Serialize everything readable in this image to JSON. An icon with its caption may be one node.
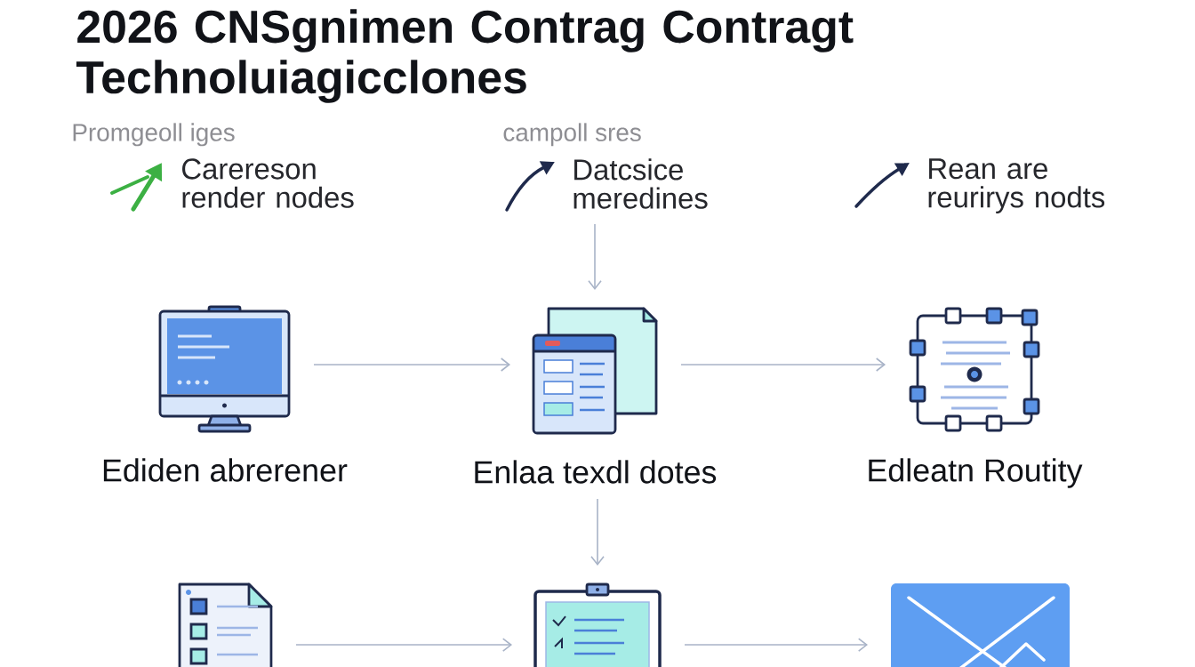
{
  "diagram": {
    "title": "2026 CNSgnimen Contrag Contragt Technoluiagicclones",
    "nodes": [
      {
        "text": [
          "Datcsice meredines"
        ]
      },
      {
        "text": [],
        "shape": "picture",
        "beside": [
          "Ediden abrerener"
        ]
      },
      {
        "text": [],
        "shape": "picture",
        "beside": [
          "Enlaa texdl dotes"
        ]
      },
      {
        "text": [],
        "shape": "picture",
        "beside": [
          "Edleatn Routity"
        ]
      },
      {
        "text": [],
        "shape": "picture"
      },
      {
        "text": [],
        "shape": "picture"
      },
      {
        "text": [],
        "shape": "picture"
      }
    ],
    "edges": [
      {
        "from": 0,
        "to": 2,
        "arrow": "to"
      },
      {
        "from": 1,
        "to": 2,
        "arrow": "to"
      },
      {
        "from": 2,
        "to": 3,
        "arrow": "to"
      },
      {
        "from": 2,
        "to": 5,
        "arrow": "to"
      },
      {
        "from": 4,
        "to": 5,
        "arrow": "to"
      },
      {
        "from": 5,
        "to": 6,
        "arrow": "to"
      }
    ],
    "labels": [
      "Promgeoll iges",
      "campoll sres",
      "Carereson render nodes",
      "Rean are reurirys nodts"
    ]
  }
}
